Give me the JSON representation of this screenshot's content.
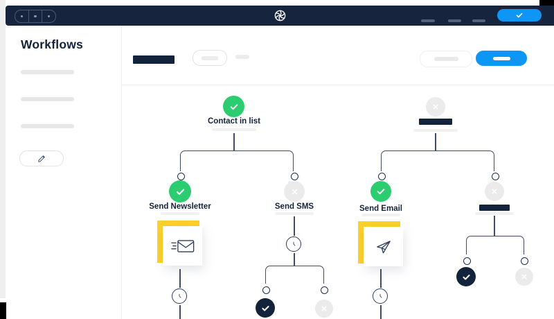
{
  "colors": {
    "navy": "#14233c",
    "topbar_navy": "#16243e",
    "accent_blue": "#0d96f5",
    "success_green": "#2bcd70",
    "failure_gray": "#ebebeb",
    "card_yellow": "#fcd02c",
    "connector": "#3e4c68"
  },
  "topbar": {
    "window_control_dots": 3,
    "logo_icon": "pinwheel-logo",
    "menu_placeholder_count": 3,
    "action_button_icon": "check"
  },
  "sidebar": {
    "title": "Workflows",
    "list_placeholder_count": 3,
    "edit_button_icon": "pencil"
  },
  "toolbar": {
    "title_placeholder": true,
    "filter_pill_placeholder": true,
    "secondary_pill_placeholder": true,
    "primary_button_placeholder": true
  },
  "workflow": {
    "tree_left": {
      "root": {
        "label": "Contact in list",
        "status": "success"
      },
      "children": [
        {
          "label": "Send Newsletter",
          "status": "success",
          "card_icon": "envelope-send-icon",
          "followup": "wait-clock"
        },
        {
          "label": "Send SMS",
          "status": "failure",
          "followup": "wait-clock",
          "children": [
            {
              "status": "success-dark"
            },
            {
              "status": "failure"
            }
          ]
        }
      ]
    },
    "tree_right": {
      "root": {
        "label": "",
        "status": "failure",
        "label_placeholder": true
      },
      "children": [
        {
          "label": "Send Email",
          "status": "success",
          "card_icon": "paper-plane-icon",
          "followup": "wait-clock"
        },
        {
          "label": "",
          "status": "failure",
          "label_placeholder": true,
          "children": [
            {
              "status": "success-dark"
            },
            {
              "status": "failure"
            }
          ]
        }
      ]
    }
  }
}
